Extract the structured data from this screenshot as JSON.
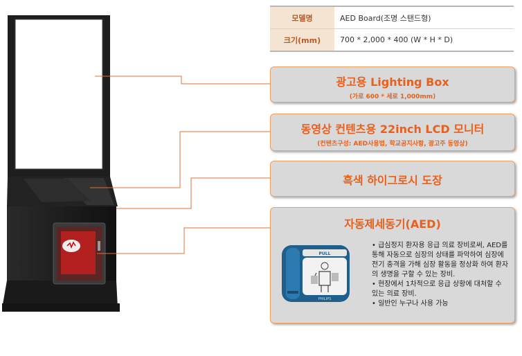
{
  "spec": {
    "rows": [
      {
        "key": "모델명",
        "value": "AED Board(조명 스탠드형)"
      },
      {
        "key": "크기(mm)",
        "value": "700 * 2,000 * 400 (W * H * D)"
      }
    ]
  },
  "callouts": [
    {
      "title": "광고용 Lighting Box",
      "sub": "(가로 600 * 세로 1,000mm)"
    },
    {
      "title": "동영상 컨텐츠용 22inch LCD 모니터",
      "sub": "(컨텐츠구성: AED사용법, 학교공지사항, 광고주 동영상)"
    },
    {
      "title": "흑색 하이그로시 도장",
      "sub": ""
    },
    {
      "title": "자동제세동기(AED)",
      "sub": ""
    }
  ],
  "aed_description": [
    "• 급심정지 환자용 응급 의료 장비로써, AED를 통해 자동으로 심장의 상태를 파악하여 심장에 전기 충격을 가해 심장 활동을 정상화 하여 환자의 생명을 구할 수 있는 장비.",
    "• 현장에서 1차적으로 응급 상황에 대처할 수 있는 의료 장비.",
    "• 일반인 누구나 사용 가능"
  ],
  "device_labels": {
    "pull": "PULL",
    "brand": "PHILIPS"
  },
  "colors": {
    "accent": "#e8601c",
    "line": "#e07030",
    "kiosk": "#1c1c1c"
  }
}
